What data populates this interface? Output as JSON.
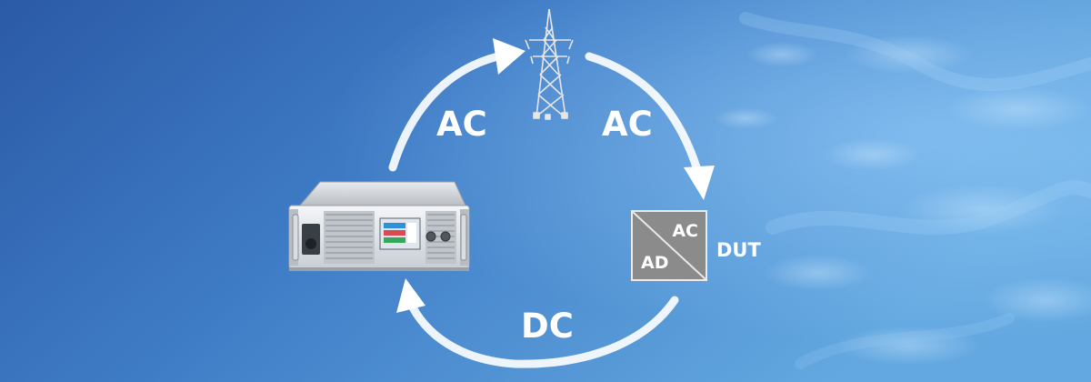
{
  "diagram": {
    "labels": {
      "ac_left": "AC",
      "ac_right": "AC",
      "dc": "DC",
      "dut": "DUT"
    },
    "dut_box": {
      "top_text": "AC",
      "bottom_text": "AD"
    },
    "icons": {
      "grid": "power-pylon-icon",
      "device": "power-supply-unit"
    },
    "colors": {
      "background_dark": "#2a5aa8",
      "background_light": "#5fa3de",
      "arrow": "#ffffff",
      "dut_fill": "#8b8b8b",
      "text": "#ffffff"
    }
  }
}
